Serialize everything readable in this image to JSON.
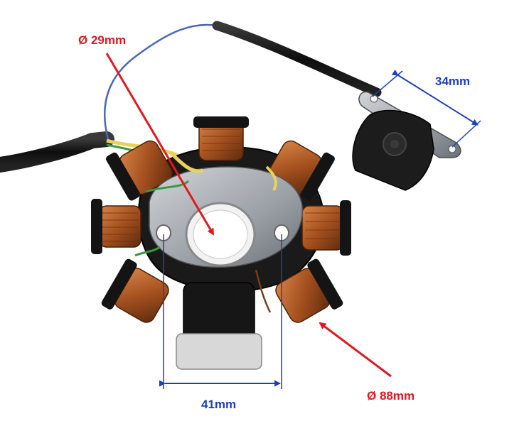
{
  "labels": {
    "bore_diameter": "Ø 29mm",
    "pickup_hole_spacing": "34mm",
    "mount_hole_spacing": "41mm",
    "outer_diameter": "Ø 88mm"
  },
  "colors": {
    "red_annotation": "#e0191f",
    "blue_annotation": "#1c3fbf",
    "copper_coil": "#a5511f",
    "plastic_black": "#1b1b1b",
    "steel_plate": "#9a9fa6"
  }
}
